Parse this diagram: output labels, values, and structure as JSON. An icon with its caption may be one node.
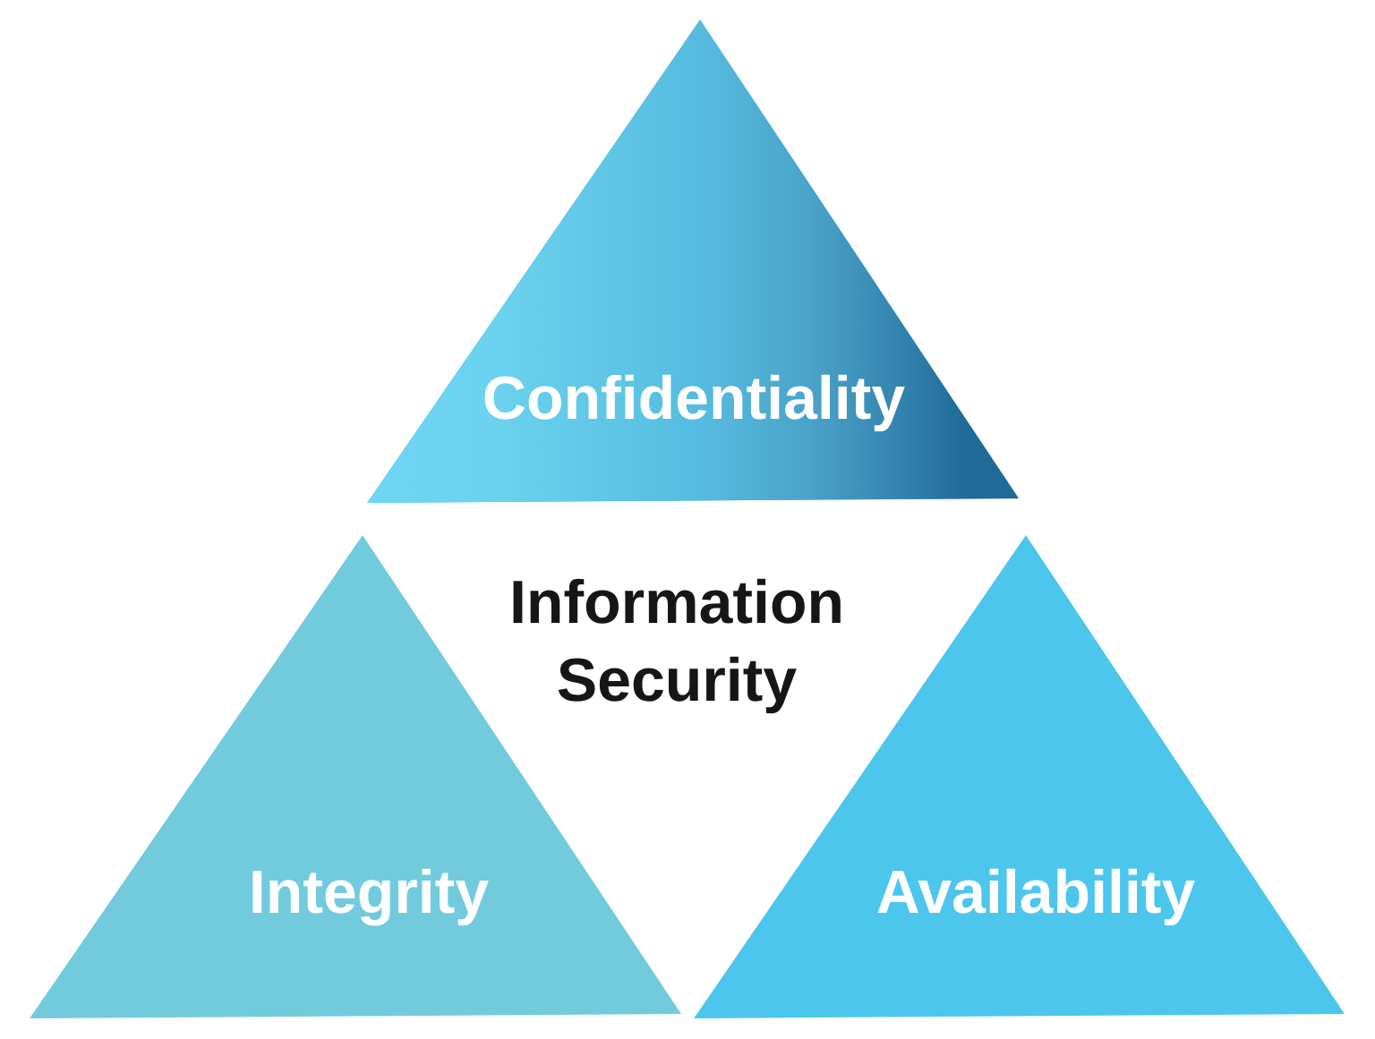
{
  "diagram": {
    "nodes": [
      {
        "text": [
          "Confidentiality"
        ]
      },
      {
        "text": [
          "Integrity"
        ]
      },
      {
        "text": [
          "Availability"
        ]
      }
    ],
    "labels": [
      "Information Security"
    ]
  }
}
